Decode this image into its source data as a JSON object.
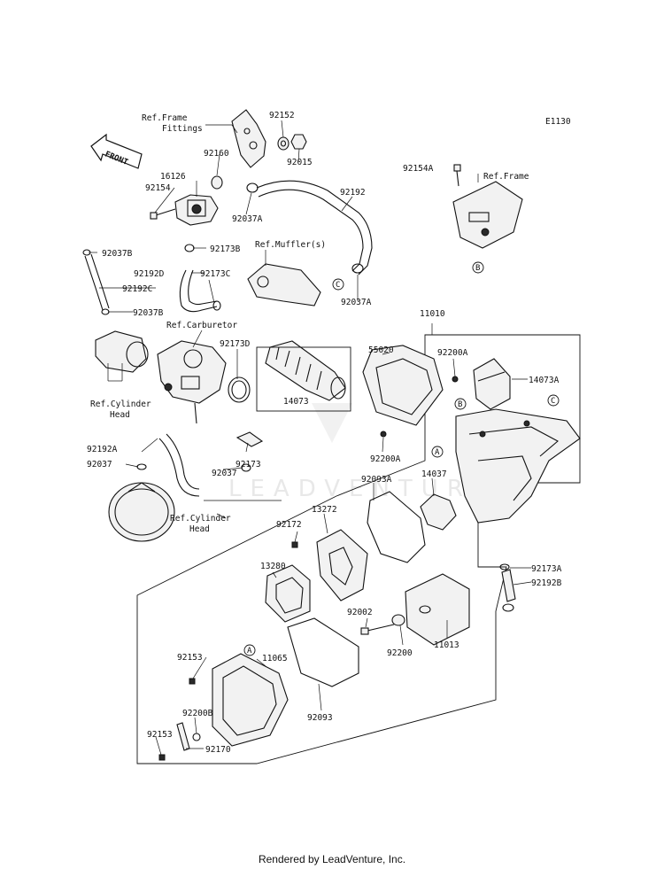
{
  "diagram_code": "E1130",
  "front_label": "FRONT",
  "watermark": "LEADVENTURE",
  "footer": "Rendered by LeadVenture, Inc.",
  "parts": {
    "p11010": "11010",
    "p11013": "11013",
    "p11065": "11065",
    "p13272": "13272",
    "p13280": "13280",
    "p14037": "14037",
    "p14073": "14073",
    "p14073A": "14073A",
    "p16126": "16126",
    "p55020": "55020",
    "p92002": "92002",
    "p92015": "92015",
    "p92037": "92037",
    "p92037A_1": "92037A",
    "p92037A_2": "92037A",
    "p92037B_1": "92037B",
    "p92037B_2": "92037B",
    "p92093": "92093",
    "p92093A": "92093A",
    "p92152": "92152",
    "p92153_1": "92153",
    "p92153_2": "92153",
    "p92154": "92154",
    "p92154A": "92154A",
    "p92160": "92160",
    "p92170": "92170",
    "p92172": "92172",
    "p92173": "92173",
    "p92173A": "92173A",
    "p92173B": "92173B",
    "p92173C": "92173C",
    "p92173D": "92173D",
    "p92192": "92192",
    "p92192A": "92192A",
    "p92192B": "92192B",
    "p92192C": "92192C",
    "p92192D": "92192D",
    "p92200": "92200",
    "p92200A_1": "92200A",
    "p92200A_2": "92200A",
    "p92200B": "92200B"
  },
  "refs": {
    "frame_fittings_1": "Ref.Frame",
    "frame_fittings_2": "Fittings",
    "frame": "Ref.Frame",
    "mufflers": "Ref.Muffler(s)",
    "carburetor": "Ref.Carburetor",
    "cyl_head_1a": "Ref.Cylinder",
    "cyl_head_1b": "Head",
    "cyl_head_2a": "Ref.Cylinder",
    "cyl_head_2b": "Head"
  },
  "callouts": {
    "A": "A",
    "B": "B",
    "C": "C"
  }
}
